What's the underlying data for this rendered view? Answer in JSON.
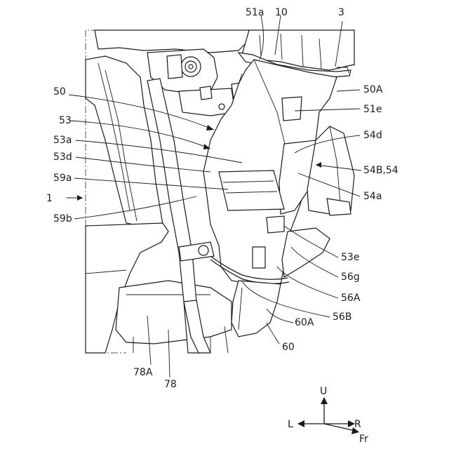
{
  "figure": {
    "labels": {
      "l_51a": "51a",
      "l_10": "10",
      "l_3": "3",
      "l_50": "50",
      "l_50A": "50A",
      "l_51e": "51e",
      "l_53": "53",
      "l_53a": "53a",
      "l_54d": "54d",
      "l_53d": "53d",
      "l_54B54": "54B,54",
      "l_59a": "59a",
      "l_54a": "54a",
      "l_1": "1",
      "l_59b": "59b",
      "l_53e": "53e",
      "l_56g": "56g",
      "l_56A": "56A",
      "l_56B": "56B",
      "l_60A": "60A",
      "l_60": "60",
      "l_78A": "78A",
      "l_78": "78"
    },
    "axes": {
      "up": "U",
      "left": "L",
      "right": "R",
      "front": "Fr"
    }
  }
}
